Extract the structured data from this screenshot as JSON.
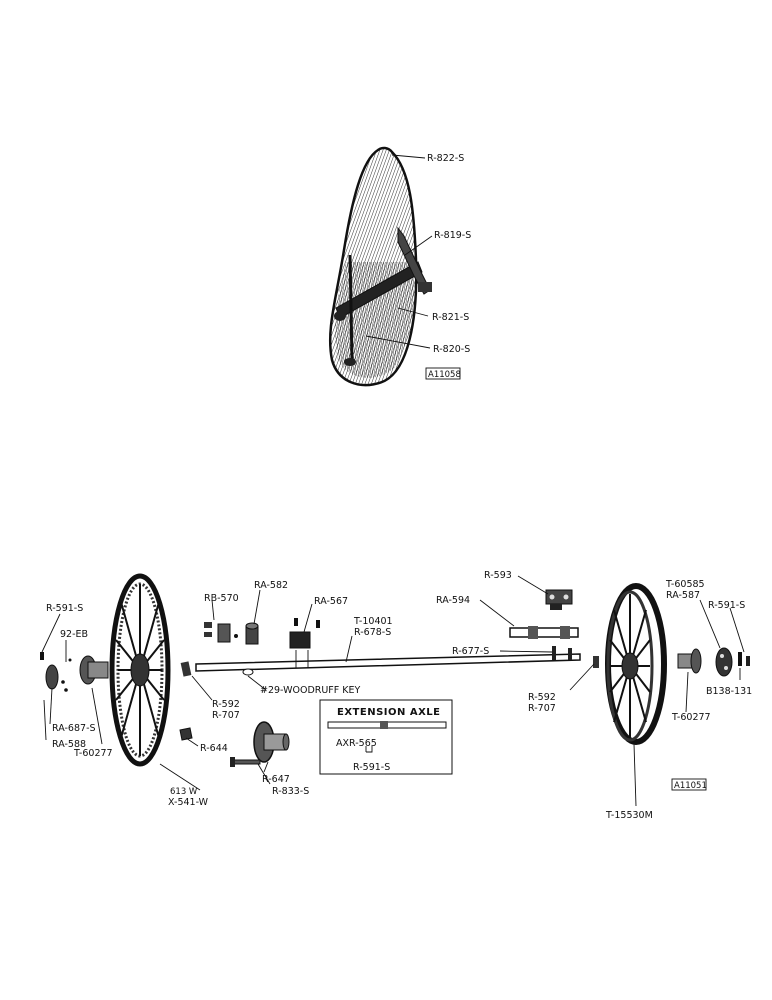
{
  "figure_top": {
    "labels": {
      "seat_frame": "R-822-S",
      "seat_bracket": "R-819-S",
      "seat_crossbar": "R-821-S",
      "seat_pan": "R-820-S"
    },
    "code": "A11058"
  },
  "figure_bottom": {
    "labels": {
      "r591s_left": "R-591-S",
      "eb92": "92-EB",
      "ra687s": "RA-687-S",
      "ra588": "RA-588",
      "t60277_left": "T-60277",
      "rb570": "RB-570",
      "ra582": "RA-582",
      "ra567": "RA-567",
      "t10401": "T-10401",
      "r678s": "R-678-S",
      "r592_left": "R-592",
      "r707_left": "R-707",
      "woodruff": "#29-WOODRUFF KEY",
      "r644": "R-644",
      "r647": "R-647",
      "r833s": "R-833-S",
      "w613": "613 W",
      "x541w": "X-541-W",
      "r593": "R-593",
      "ra594": "RA-594",
      "r677s": "R-677-S",
      "r592_right": "R-592",
      "r707_right": "R-707",
      "t60585": "T-60585",
      "ra587": "RA-587",
      "r591s_right": "R-591-S",
      "b138": "B138-131",
      "t60277_right": "T-60277",
      "t15530m": "T-15530M"
    },
    "inset": {
      "title": "EXTENSION AXLE",
      "part": "AXR-565",
      "sub_part": "R-591-S"
    },
    "code": "A11051"
  }
}
